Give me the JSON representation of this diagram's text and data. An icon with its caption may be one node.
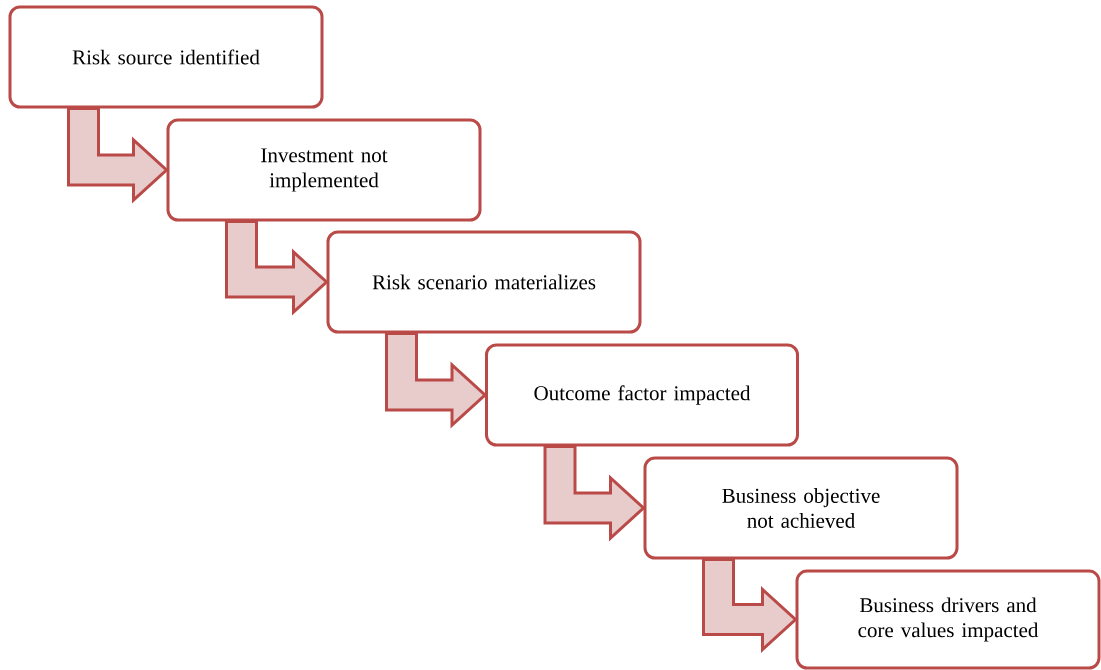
{
  "diagram": {
    "nodes": [
      {
        "text": [
          "Risk source identified"
        ]
      },
      {
        "text": [
          "Investment not implemented"
        ]
      },
      {
        "text": [
          "Risk scenario materializes"
        ]
      },
      {
        "text": [
          "Outcome factor impacted"
        ]
      },
      {
        "text": [
          "Business objective not achieved"
        ]
      },
      {
        "text": [
          "Business drivers and core values impacted"
        ]
      }
    ],
    "edges": [
      {
        "from": 0,
        "to": 1,
        "arrow": "to"
      },
      {
        "from": 1,
        "to": 2,
        "arrow": "to"
      },
      {
        "from": 2,
        "to": 3,
        "arrow": "to"
      },
      {
        "from": 3,
        "to": 4,
        "arrow": "to"
      },
      {
        "from": 4,
        "to": 5,
        "arrow": "to"
      }
    ]
  }
}
